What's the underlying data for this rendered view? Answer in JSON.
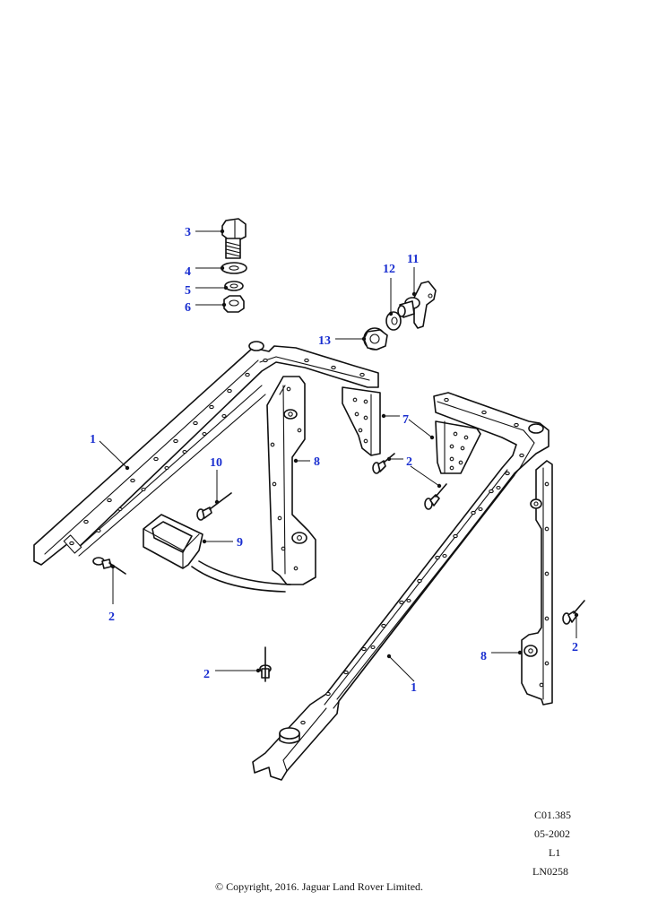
{
  "callouts": {
    "c1a": "1",
    "c1b": "1",
    "c2a": "2",
    "c2b": "2",
    "c2c": "2",
    "c2d": "2",
    "c3": "3",
    "c4": "4",
    "c5": "5",
    "c6": "6",
    "c7": "7",
    "c8a": "8",
    "c8b": "8",
    "c9": "9",
    "c10": "10",
    "c11": "11",
    "c12": "12",
    "c13": "13"
  },
  "reference": {
    "code": "C01.385",
    "date": "05-2002",
    "level": "L1",
    "drawing": "LN0258"
  },
  "copyright": "© Copyright, 2016. Jaguar Land Rover Limited.",
  "colors": {
    "callout": "#1a2fd0",
    "line": "#111111"
  }
}
